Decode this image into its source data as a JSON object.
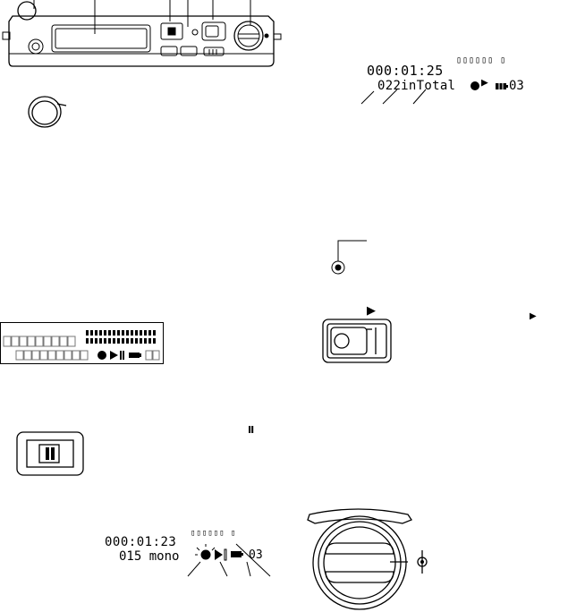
{
  "display_top": {
    "segments": "▯▯▯▯▯▯ ▯",
    "time": "000:01:25",
    "total": "022inTotal",
    "track_no": "03"
  },
  "display_bottom": {
    "segments": "▯▯▯▯▯▯ ▯",
    "time": "000:01:23",
    "info": "015 mono",
    "track_no": "03"
  },
  "glyphs": {
    "play": "▶",
    "pause": "II"
  },
  "icons": [
    "recorder-device-illustration",
    "strap-ring-icon",
    "jack-icon",
    "level-meter-display",
    "rec-play-slide-switch",
    "pause-button-icon",
    "record-level-dial"
  ]
}
